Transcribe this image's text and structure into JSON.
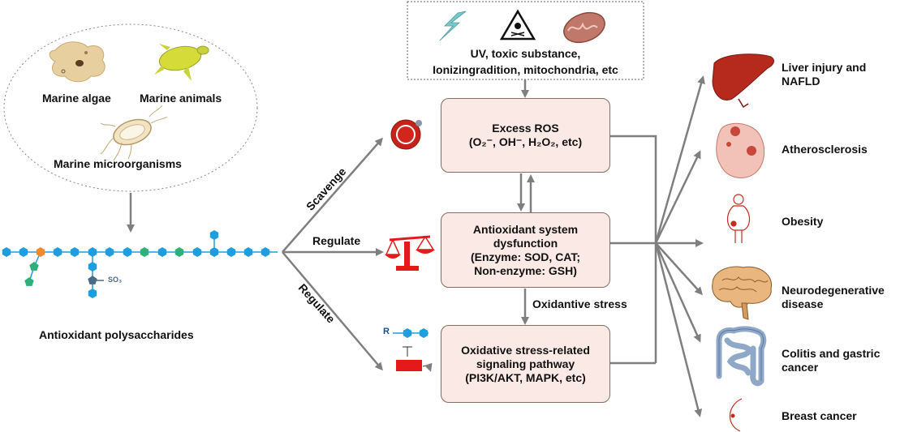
{
  "sources": {
    "algae_label": "Marine algae",
    "animals_label": "Marine animals",
    "microorganisms_label": "Marine microorganisms"
  },
  "polysaccharide": {
    "label": "Antioxidant polysaccharides",
    "so3_label": "SO₃"
  },
  "arrows": {
    "scavenge": "Scavenge",
    "regulate_mid": "Regulate",
    "regulate_low": "Regulate"
  },
  "stressors": {
    "line1": "UV, toxic substance,",
    "line2": "Ionizingradition, mitochondria, etc"
  },
  "boxes": {
    "ros_title": "Excess ROS",
    "ros_detail": "(O₂⁻, OH⁻, H₂O₂, etc)",
    "aox_line1": "Antioxidant system",
    "aox_line2": "dysfunction",
    "aox_line3": "(Enzyme: SOD, CAT;",
    "aox_line4": "Non-enzyme: GSH)",
    "sig_line1": "Oxidative stress-related",
    "sig_line2": "signaling pathway",
    "sig_line3": "(PI3K/AKT, MAPK, etc)"
  },
  "stress_label": "Oxidantive stress",
  "pathway_icon_r": "R",
  "diseases": [
    {
      "line1": "Liver injury and",
      "line2": "NAFLD"
    },
    {
      "line1": "Atherosclerosis",
      "line2": ""
    },
    {
      "line1": "Obesity",
      "line2": ""
    },
    {
      "line1": "Neurodegenerative",
      "line2": "disease"
    },
    {
      "line1": "Colitis and gastric",
      "line2": "cancer"
    },
    {
      "line1": "Breast cancer",
      "line2": ""
    }
  ],
  "colors": {
    "arrow": "#7f7f7f",
    "box_fill": "#fae9e4",
    "hexagon": "#1e9de0",
    "green_unit": "#2db07a",
    "orange_unit": "#f08a2c",
    "sulfate": "#4a6b8a",
    "organ_red": "#b62a1e"
  }
}
